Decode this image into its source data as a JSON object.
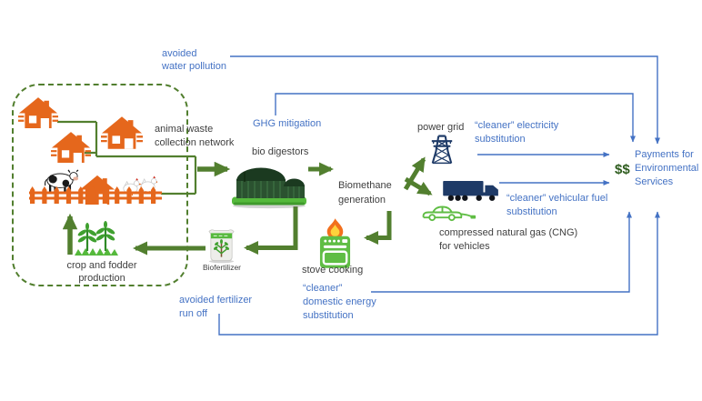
{
  "colors": {
    "accent_blue": "#4472C4",
    "dark_green": "#527F2F",
    "bright_green": "#55B93C",
    "orange": "#E5671C",
    "navy": "#1E3A67",
    "text_dark": "#3F3F3F",
    "money_green": "#2F5D1F"
  },
  "nodes": {
    "animal_waste": "animal waste\ncollection network",
    "bio_digestors": "bio digestors",
    "biomethane": "Biomethane\ngeneration",
    "power_grid": "power grid",
    "cng": "compressed natural gas (CNG)\nfor vehicles",
    "stove_cooking": "stove cooking",
    "biofertilizer": "Biofertilizer",
    "crop_fodder": "crop and fodder\nproduction"
  },
  "benefits": {
    "water": "avoided\nwater pollution",
    "ghg": "GHG mitigation",
    "electricity": "“cleaner” electricity\nsubstitution",
    "vehicular": "“cleaner” vehicular fuel\nsubstitution",
    "domestic": "“cleaner”\ndomestic energy\nsubstitution",
    "runoff": "avoided fertilizer\nrun off"
  },
  "payments": {
    "dollars": "$$",
    "label": "Payments for\nEnvironmental\nServices"
  },
  "icons": {
    "houses": "house-icon",
    "cow": "cow-icon",
    "chickens": "chicken-icon",
    "fence": "fence-icon",
    "plants": "crop-plants-icon",
    "digestors": "bio-digestor-icon",
    "bag": "biofertilizer-bag-icon",
    "stove": "stove-flame-icon",
    "pylon": "power-pylon-icon",
    "truck": "truck-icon",
    "car": "cng-car-icon"
  }
}
